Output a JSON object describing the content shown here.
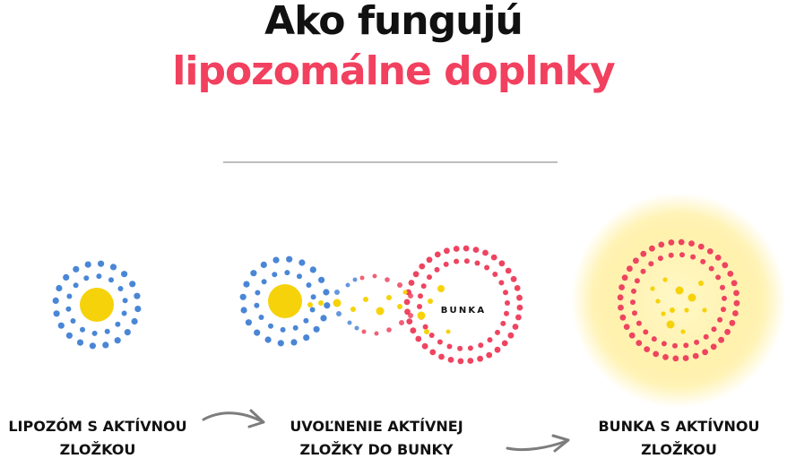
{
  "title": {
    "line1": "Ako fungujú",
    "line2": "lipozomálne doplnky"
  },
  "cell_label": "BUNKA",
  "captions": [
    {
      "line1": "LIPOZÓM S AKTÍVNOU",
      "line2": "ZLOŽKOU"
    },
    {
      "line1": "UVOĽNENIE AKTÍVNEJ",
      "line2": "ZLOŽKY DO BUNKY"
    },
    {
      "line1": "BUNKA S AKTÍVNOU",
      "line2": "ZLOŽKOU"
    }
  ],
  "colors": {
    "title_dark": "#111111",
    "title_accent": "#F2405F",
    "liposome_blue": "#4A86D6",
    "active_yellow": "#F6D20A",
    "cell_red": "#EE4460",
    "divider": "#BDBDBD",
    "arrow": "#7D7D7D",
    "glow": "#FFEB8A"
  }
}
